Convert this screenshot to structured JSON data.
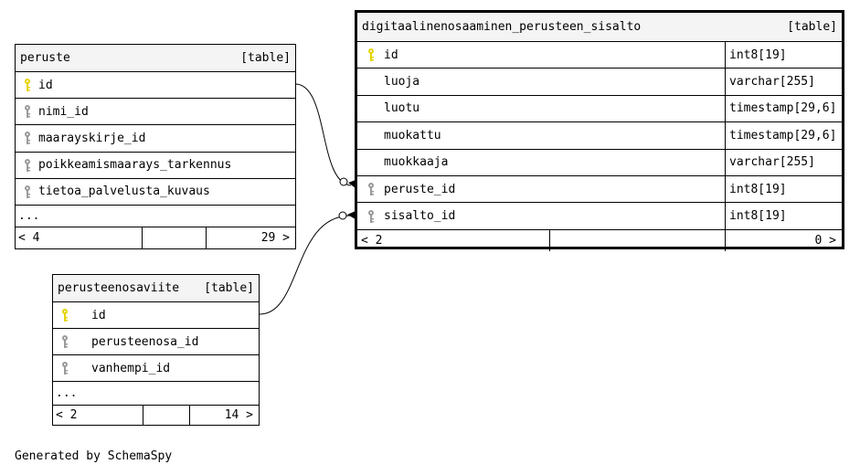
{
  "tables": {
    "focus": {
      "name": "digitaalinenosaaminen_perusteen_sisalto",
      "kind": "[table]",
      "columns": [
        {
          "name": "id",
          "type": "int8[19]",
          "key": "primary-key-icon"
        },
        {
          "name": "luoja",
          "type": "varchar[255]",
          "key": ""
        },
        {
          "name": "luotu",
          "type": "timestamp[29,6]",
          "key": ""
        },
        {
          "name": "muokattu",
          "type": "timestamp[29,6]",
          "key": ""
        },
        {
          "name": "muokkaaja",
          "type": "varchar[255]",
          "key": ""
        },
        {
          "name": "peruste_id",
          "type": "int8[19]",
          "key": "foreign-key-icon"
        },
        {
          "name": "sisalto_id",
          "type": "int8[19]",
          "key": "foreign-key-icon"
        }
      ],
      "nav_left": "< 2",
      "nav_right": "0 >"
    },
    "peruste": {
      "name": "peruste",
      "kind": "[table]",
      "columns": [
        {
          "name": "id",
          "key": "primary-key-icon"
        },
        {
          "name": "nimi_id",
          "key": "foreign-key-icon"
        },
        {
          "name": "maarayskirje_id",
          "key": "foreign-key-icon"
        },
        {
          "name": "poikkeamismaarays_tarkennus",
          "key": "foreign-key-icon"
        },
        {
          "name": "tietoa_palvelusta_kuvaus",
          "key": "foreign-key-icon"
        }
      ],
      "more": "...",
      "nav_left": "< 4",
      "nav_right": "29 >"
    },
    "perusteenosaviite": {
      "name": "perusteenosaviite",
      "kind": "[table]",
      "columns": [
        {
          "name": "id",
          "key": "primary-key-icon"
        },
        {
          "name": "perusteenosa_id",
          "key": "foreign-key-icon"
        },
        {
          "name": "vanhempi_id",
          "key": "foreign-key-icon"
        }
      ],
      "more": "...",
      "nav_left": "< 2",
      "nav_right": "14 >"
    }
  },
  "colors": {
    "primary_key": "#e6d400",
    "foreign_key": "#9a9a9a",
    "header_bg": "#f4f4f4"
  },
  "footer": "Generated by SchemaSpy"
}
